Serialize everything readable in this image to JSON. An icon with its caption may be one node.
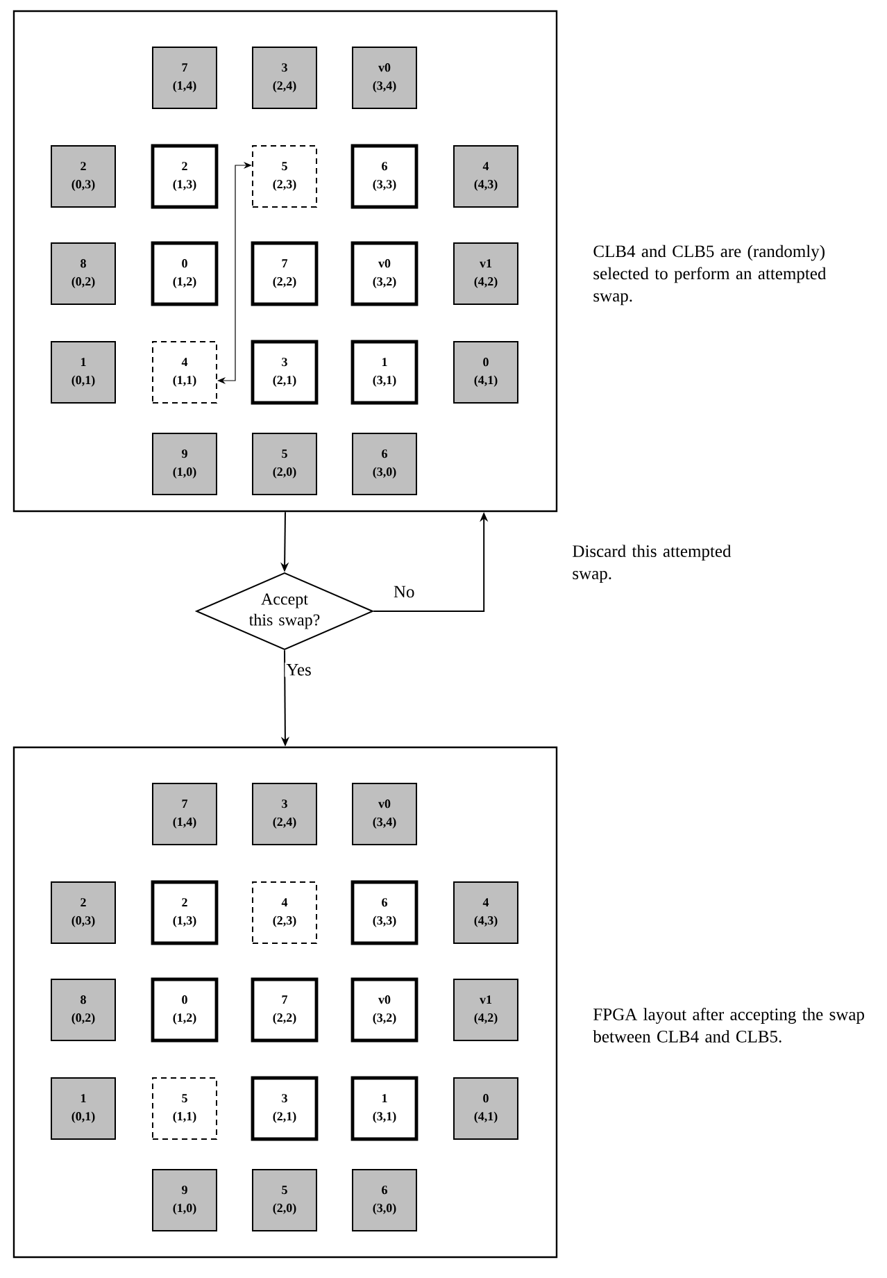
{
  "diagram": {
    "nodes": [
      {
        "text": [],
        "shape": "box",
        "beside": [
          "CLB4 and CLB5 are (randomly) selected to perform an attempted swap."
        ]
      },
      {
        "text": [
          "7",
          "(1,4)"
        ],
        "in": 0
      },
      {
        "text": [
          "3",
          "(2,4)"
        ],
        "in": 0
      },
      {
        "text": [
          "v0",
          "(3,4)"
        ],
        "in": 0
      },
      {
        "text": [
          "2",
          "(0,3)"
        ],
        "in": 0
      },
      {
        "text": [
          "2",
          "(1,3)"
        ],
        "in": 0
      },
      {
        "text": [
          "5",
          "(2,3)"
        ],
        "in": 0
      },
      {
        "text": [
          "6",
          "(3,3)"
        ],
        "in": 0
      },
      {
        "text": [
          "4",
          "(4,3)"
        ],
        "in": 0
      },
      {
        "text": [
          "8",
          "(0,2)"
        ],
        "in": 0
      },
      {
        "text": [
          "0",
          "(1,2)"
        ],
        "in": 0
      },
      {
        "text": [
          "7",
          "(2,2)"
        ],
        "in": 0
      },
      {
        "text": [
          "v0",
          "(3,2)"
        ],
        "in": 0
      },
      {
        "text": [
          "v1",
          "(4,2)"
        ],
        "in": 0
      },
      {
        "text": [
          "1",
          "(0,1)"
        ],
        "in": 0
      },
      {
        "text": [
          "4",
          "(1,1)"
        ],
        "in": 0
      },
      {
        "text": [
          "3",
          "(2,1)"
        ],
        "in": 0
      },
      {
        "text": [
          "1",
          "(3,1)"
        ],
        "in": 0
      },
      {
        "text": [
          "0",
          "(4,1)"
        ],
        "in": 0
      },
      {
        "text": [
          "9",
          "(1,0)"
        ],
        "in": 0
      },
      {
        "text": [
          "5",
          "(2,0)"
        ],
        "in": 0
      },
      {
        "text": [
          "6",
          "(3,0)"
        ],
        "in": 0
      },
      {
        "text": [
          "Accept this swap?"
        ]
      },
      {
        "text": [],
        "shape": "box",
        "beside": [
          "FPGA layout after accepting the swap between CLB4 and CLB5."
        ]
      },
      {
        "text": [
          "7",
          "(1,4)"
        ],
        "in": 23
      },
      {
        "text": [
          "3",
          "(2,4)"
        ],
        "in": 23
      },
      {
        "text": [
          "v0",
          "(3,4)"
        ],
        "in": 23
      },
      {
        "text": [
          "2",
          "(0,3)"
        ],
        "in": 23
      },
      {
        "text": [
          "2",
          "(1,3)"
        ],
        "in": 23
      },
      {
        "text": [
          "4",
          "(2,3)"
        ],
        "in": 23
      },
      {
        "text": [
          "6",
          "(3,3)"
        ],
        "in": 23
      },
      {
        "text": [
          "4",
          "(4,3)"
        ],
        "in": 23
      },
      {
        "text": [
          "8",
          "(0,2)"
        ],
        "in": 23
      },
      {
        "text": [
          "0",
          "(1,2)"
        ],
        "in": 23
      },
      {
        "text": [
          "7",
          "(2,2)"
        ],
        "in": 23
      },
      {
        "text": [
          "v0",
          "(3,2)"
        ],
        "in": 23
      },
      {
        "text": [
          "v1",
          "(4,2)"
        ],
        "in": 23
      },
      {
        "text": [
          "1",
          "(0,1)"
        ],
        "in": 23
      },
      {
        "text": [
          "5",
          "(1,1)"
        ],
        "in": 23
      },
      {
        "text": [
          "3",
          "(2,1)"
        ],
        "in": 23
      },
      {
        "text": [
          "1",
          "(3,1)"
        ],
        "in": 23
      },
      {
        "text": [
          "0",
          "(4,1)"
        ],
        "in": 23
      },
      {
        "text": [
          "9",
          "(1,0)"
        ],
        "in": 23
      },
      {
        "text": [
          "5",
          "(2,0)"
        ],
        "in": 23
      },
      {
        "text": [
          "6",
          "(3,0)"
        ],
        "in": 23
      }
    ],
    "edges": [
      {
        "from": 0,
        "to": 22,
        "arrow": "to"
      },
      {
        "from": 22,
        "to": 23,
        "arrow": "to",
        "label": "Yes"
      },
      {
        "from": 22,
        "to": 0,
        "arrow": "to",
        "label": "No"
      },
      {
        "from": 6,
        "to": 15,
        "arrow": "both"
      }
    ],
    "labels": [
      "Discard this attempted swap."
    ]
  }
}
